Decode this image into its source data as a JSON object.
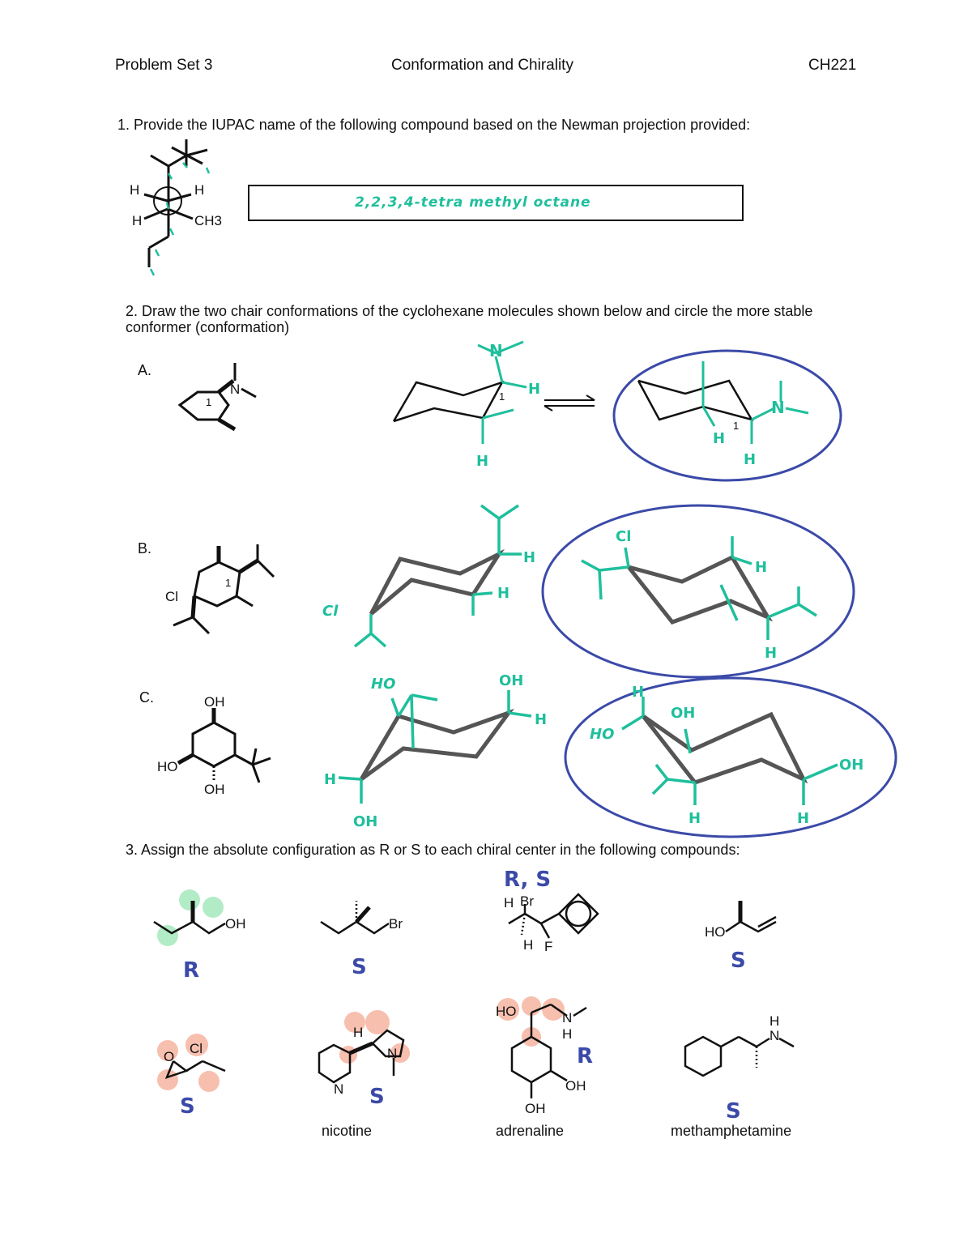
{
  "header": {
    "left": "Problem Set 3",
    "center": "Conformation and Chirality",
    "right": "CH221"
  },
  "q1": {
    "prompt": "1. Provide the IUPAC name of the following compound based on the Newman projection provided:",
    "answer": "2,2,3,4-tetra methyl octane",
    "atoms": {
      "h1": "H",
      "h2": "H",
      "h3": "H",
      "ch3": "CH3"
    }
  },
  "q2": {
    "prompt_line1": "2. Draw the two chair conformations of the cyclohexane molecules shown below and circle the more stable",
    "prompt_line2": "conformer (conformation)",
    "labels": {
      "a": "A.",
      "b": "B.",
      "c": "C."
    },
    "atoms": {
      "n": "N",
      "cl": "Cl",
      "oh": "OH",
      "ho": "HO",
      "one": "1"
    },
    "hw": {
      "n": "N",
      "h": "H",
      "cl": "Cl",
      "oh": "OH",
      "ho": "HO"
    }
  },
  "q3": {
    "prompt": "3. Assign the absolute configuration as R or S to each chiral center in the following compounds:",
    "answers": [
      "R",
      "S",
      "R, S",
      "S",
      "S",
      "S",
      "R",
      "S"
    ],
    "captions": {
      "nicotine": "nicotine",
      "adrenaline": "adrenaline",
      "meth": "methamphetamine"
    },
    "atoms": {
      "oh": "OH",
      "br": "Br",
      "h": "H",
      "f": "F",
      "ho": "HO",
      "o": "O",
      "cl": "Cl",
      "n": "N"
    }
  },
  "colors": {
    "teal": "#1fbf9c",
    "blue": "#3b4aa8",
    "gray": "#555555",
    "green_hl": "#7fe0a0",
    "pink_hl": "#f4a48c"
  }
}
